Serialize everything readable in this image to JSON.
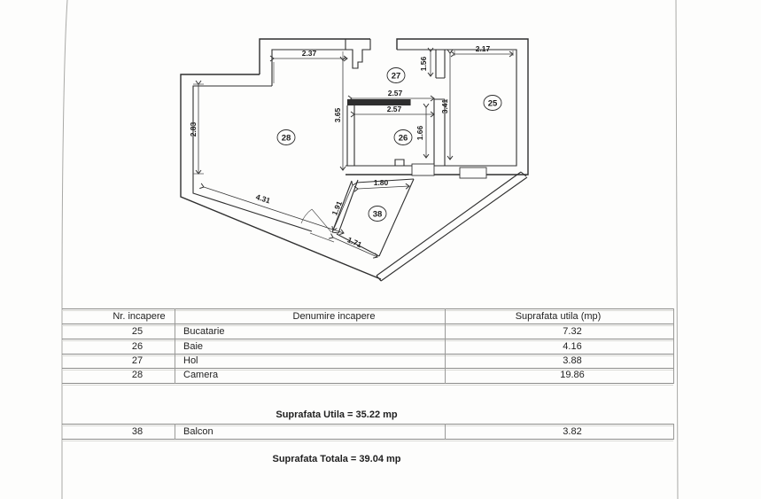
{
  "plan": {
    "rooms": [
      {
        "number": "28"
      },
      {
        "number": "27"
      },
      {
        "number": "26"
      },
      {
        "number": "25"
      },
      {
        "number": "38"
      }
    ],
    "dims": {
      "d237": "2.37",
      "d283": "2.83",
      "d365": "3.65",
      "d257": "2.57",
      "d156": "1.56",
      "d217": "2.17",
      "d341": "3.41",
      "d166": "1.66",
      "d180": "1.80",
      "d191": "1.91",
      "d171": "1.71",
      "d431": "4.31"
    }
  },
  "table": {
    "headers": [
      "Nr. incapere",
      "Denumire incapere",
      "Suprafata utila (mp)"
    ],
    "rows": [
      {
        "nr": "25",
        "name": "Bucatarie",
        "area": "7.32"
      },
      {
        "nr": "26",
        "name": "Baie",
        "area": "4.16"
      },
      {
        "nr": "27",
        "name": "Hol",
        "area": "3.88"
      },
      {
        "nr": "28",
        "name": "Camera",
        "area": "19.86"
      }
    ],
    "subtotal": "Suprafata Utila = 35.22 mp",
    "balcony": {
      "nr": "38",
      "name": "Balcon",
      "area": "3.82"
    },
    "total": "Suprafata Totala = 39.04 mp"
  }
}
